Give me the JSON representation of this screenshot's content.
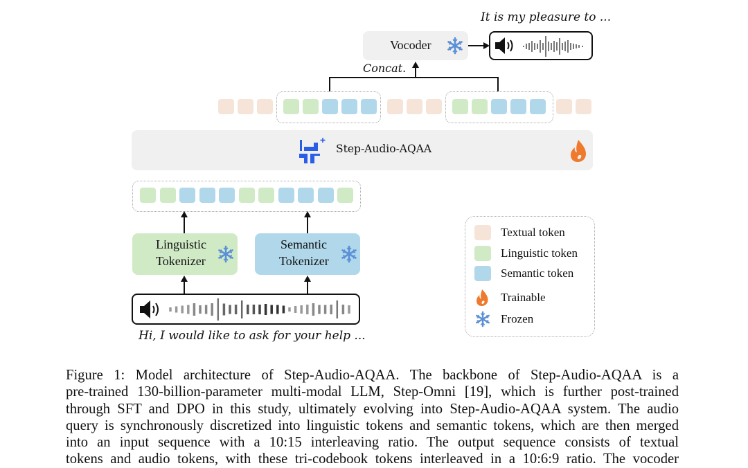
{
  "figure": {
    "output_text": "It is my pleasure to ...",
    "input_text": "Hi, I would like to ask for your help ...",
    "vocoder_label": "Vocoder",
    "concat_label": "Concat.",
    "model_label": "Step-Audio-AQAA",
    "linguistic_tokenizer_label": [
      "Linguistic",
      "Tokenizer"
    ],
    "semantic_tokenizer_label": [
      "Semantic",
      "Tokenizer"
    ],
    "output_sequence": [
      "textual",
      "textual",
      "textual",
      "linguistic",
      "linguistic",
      "semantic",
      "semantic",
      "semantic",
      "textual",
      "textual",
      "textual",
      "linguistic",
      "linguistic",
      "semantic",
      "semantic",
      "semantic",
      "textual",
      "textual"
    ],
    "input_sequence": [
      "linguistic",
      "linguistic",
      "semantic",
      "semantic",
      "semantic",
      "linguistic",
      "linguistic",
      "semantic",
      "semantic",
      "semantic",
      "linguistic"
    ],
    "icons": {
      "vocoder": "snowflake-icon",
      "linguistic_tokenizer": "snowflake-icon",
      "semantic_tokenizer": "snowflake-icon",
      "model": "flame-icon",
      "model_logo": "step-logo-icon",
      "speaker": "speaker-icon"
    }
  },
  "legend": {
    "items": [
      {
        "label": "Textual token",
        "type": "textual"
      },
      {
        "label": "Linguistic token",
        "type": "linguistic"
      },
      {
        "label": "Semantic token",
        "type": "semantic"
      },
      {
        "label": "Trainable",
        "type": "flame-icon"
      },
      {
        "label": "Frozen",
        "type": "snowflake-icon"
      }
    ]
  },
  "colors": {
    "textual": "#f7e4d9",
    "linguistic": "#d0eac6",
    "semantic": "#b0d8ea",
    "flame": "#ef7a2e",
    "snowflake": "#5b8fd6",
    "logo": "#2b5ee6",
    "panel": "#f0f0f0"
  },
  "caption": {
    "lines": [
      "Figure 1:   Model architecture of Step-Audio-AQAA. The backbone of Step-Audio-AQAA is a",
      "pre-trained 130-billion-parameter multi-modal LLM, Step-Omni [19], which is further post-trained",
      "through SFT and DPO in this study, ultimately evolving into Step-Audio-AQAA system. The audio",
      "query is synchronously discretized into linguistic tokens and semantic tokens, which are then merged",
      "into an input sequence with a 10:15 interleaving ratio.  The output sequence consists of textual",
      "tokens and audio tokens, with these tri-codebook tokens interleaved in a 10:6:9 ratio. The vocoder"
    ]
  }
}
